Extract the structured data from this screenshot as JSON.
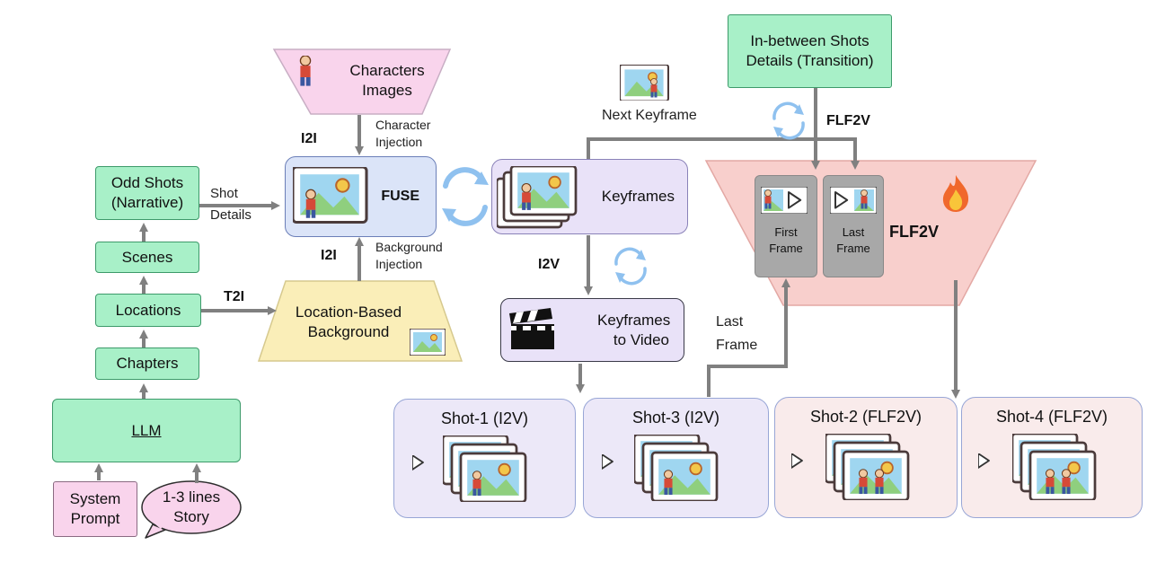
{
  "llm": {
    "system_prompt": "System Prompt",
    "story": "1-3 lines Story",
    "llm": "LLM",
    "chapters": "Chapters",
    "locations": "Locations",
    "scenes": "Scenes",
    "odd_shots": "Odd Shots (Narrative)"
  },
  "fuse": {
    "characters_images": "Characters Images",
    "character_injection": "Character Injection",
    "i2i_top": "I2I",
    "shot_details": "Shot Details",
    "fuse_label": "FUSE",
    "i2i_bottom": "I2I",
    "background_injection": "Background Injection",
    "t2i": "T2I",
    "location_background": "Location-Based Background"
  },
  "keyframes": {
    "keyframes_label": "Keyframes",
    "next_keyframe": "Next Keyframe",
    "i2v": "I2V",
    "keyframes_to_video": "Keyframes to Video"
  },
  "flf2v": {
    "in_between": "In-between Shots Details (Transition)",
    "flf2v_arrow": "FLF2V",
    "flf2v_big": "FLF2V",
    "first_frame": "First Frame",
    "last_frame_card": "Last Frame",
    "last_frame_arrow": "Last Frame"
  },
  "shots": [
    {
      "title": "Shot-1 (I2V)"
    },
    {
      "title": "Shot-3 (I2V)"
    },
    {
      "title": "Shot-2 (FLF2V)"
    },
    {
      "title": "Shot-4 (FLF2V)"
    }
  ],
  "colors": {
    "green": "#a8f0c8",
    "pink": "#f9d4ec",
    "fuse_blue": "#dbe4f8",
    "lavender": "#e9e2f8",
    "peach": "#f8cfcc",
    "yellow": "#faeeb8",
    "arrow": "#808080",
    "cycle": "#8fc1ef"
  }
}
